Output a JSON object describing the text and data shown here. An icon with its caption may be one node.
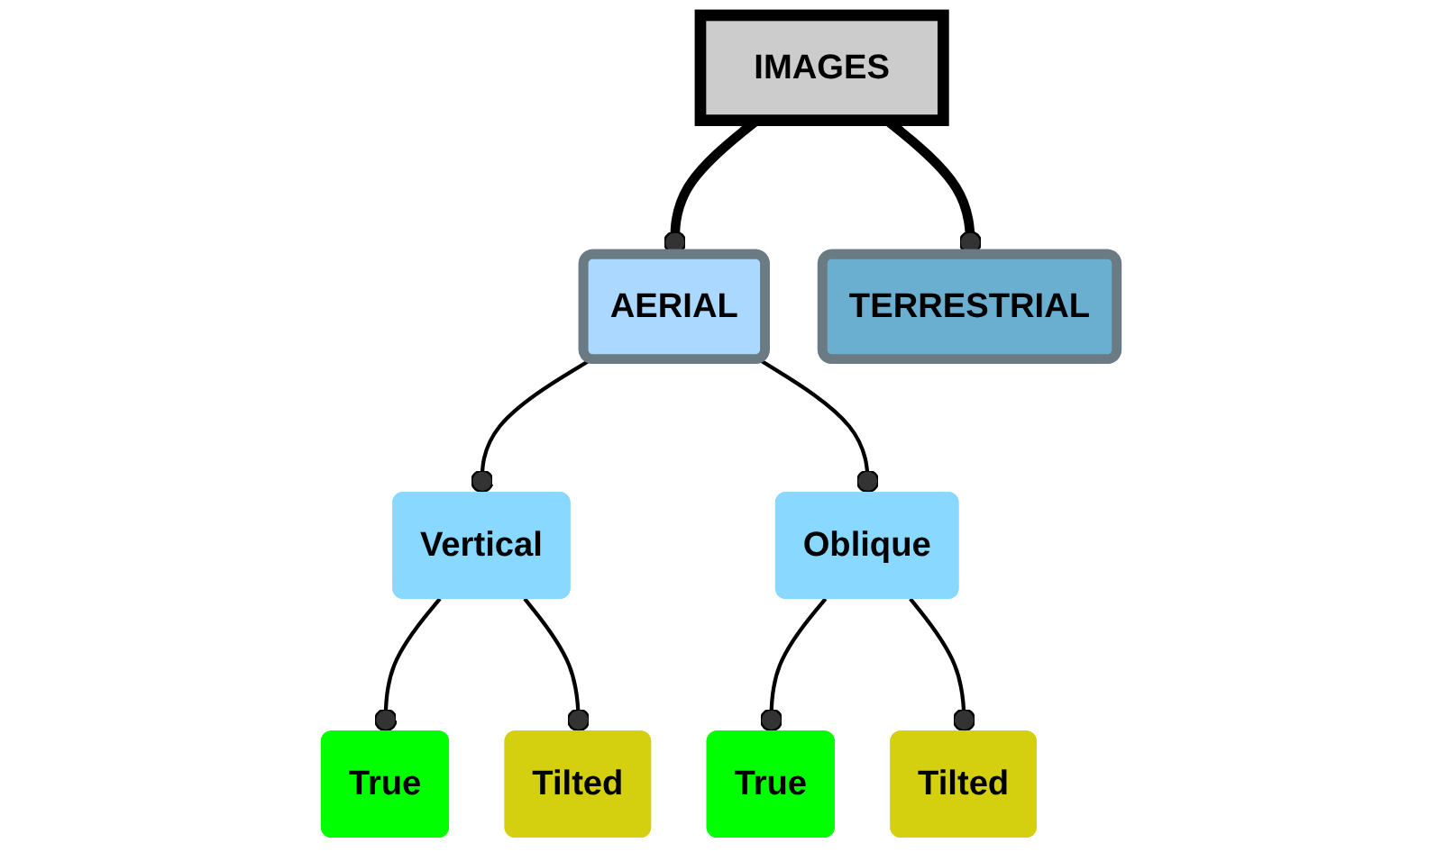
{
  "diagram": {
    "nodes": [
      {
        "text": [
          "IMAGES"
        ]
      },
      {
        "text": [
          "AERIAL"
        ]
      },
      {
        "text": [
          "TERRESTRIAL"
        ]
      },
      {
        "text": [
          "Vertical"
        ]
      },
      {
        "text": [
          "Oblique"
        ]
      },
      {
        "text": [
          "True"
        ]
      },
      {
        "text": [
          "Tilted"
        ]
      },
      {
        "text": [
          "True"
        ]
      },
      {
        "text": [
          "Tilted"
        ]
      }
    ],
    "edges": [
      {
        "from": 0,
        "to": 1,
        "arrow": "other",
        "style": "thick"
      },
      {
        "from": 0,
        "to": 2,
        "arrow": "other",
        "style": "thick"
      },
      {
        "from": 1,
        "to": 3,
        "arrow": "other"
      },
      {
        "from": 1,
        "to": 4,
        "arrow": "other"
      },
      {
        "from": 3,
        "to": 5,
        "arrow": "other"
      },
      {
        "from": 3,
        "to": 6,
        "arrow": "other"
      },
      {
        "from": 4,
        "to": 7,
        "arrow": "other"
      },
      {
        "from": 4,
        "to": 8,
        "arrow": "other"
      }
    ]
  }
}
